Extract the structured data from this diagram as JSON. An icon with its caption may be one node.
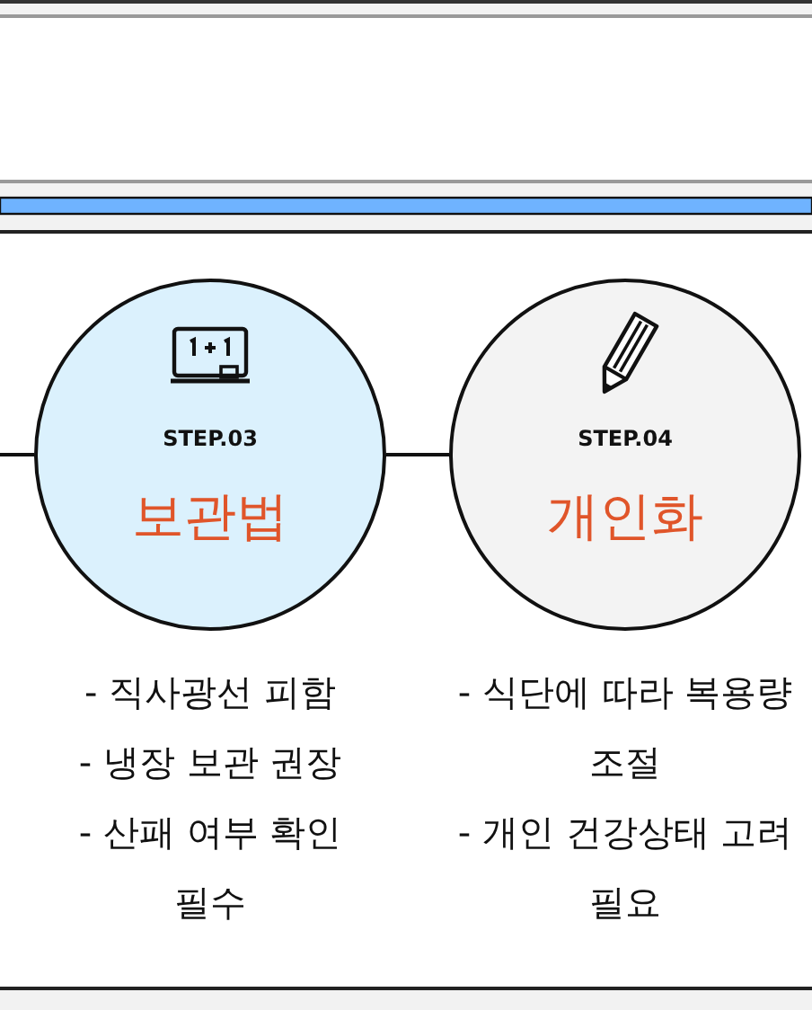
{
  "diagram": {
    "nodes": [
      {
        "text": [
          "STEP.03",
          "보관법"
        ],
        "beside": [
          "- 직사광선 피함",
          "- 냉장 보관 권장",
          "- 산패 여부 확인 필수"
        ]
      },
      {
        "text": [
          "STEP.04",
          "개인화"
        ],
        "beside": [
          "- 식단에 따라 복용량 조절",
          "- 개인 건강상태 고려 필요"
        ]
      }
    ],
    "edges": [
      {
        "from": null,
        "to": 0,
        "arrow": "none"
      },
      {
        "from": 0,
        "to": 1,
        "arrow": "none"
      }
    ]
  }
}
